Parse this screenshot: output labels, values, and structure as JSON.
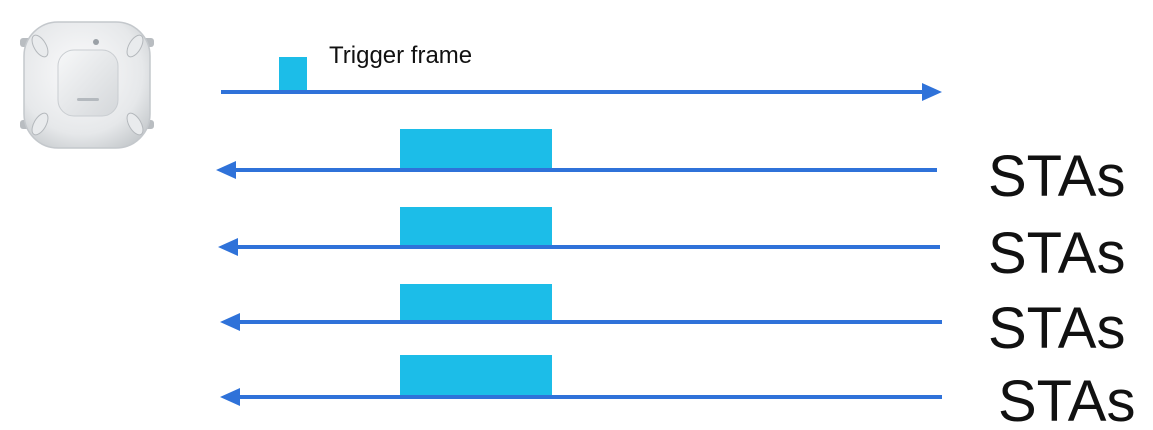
{
  "colors": {
    "arrow": "#2f72d9",
    "frame": "#1cbde8",
    "ap_body": "#eceef0",
    "ap_shadow": "#c9cdd1",
    "text": "#111111"
  },
  "icons": {
    "access_point": "access-point-icon"
  },
  "trigger": {
    "label": "Trigger frame",
    "direction": "right"
  },
  "uplinks": [
    {
      "label": "STAs",
      "direction": "left"
    },
    {
      "label": "STAs",
      "direction": "left"
    },
    {
      "label": "STAs",
      "direction": "left"
    },
    {
      "label": "STAs",
      "direction": "left"
    }
  ]
}
